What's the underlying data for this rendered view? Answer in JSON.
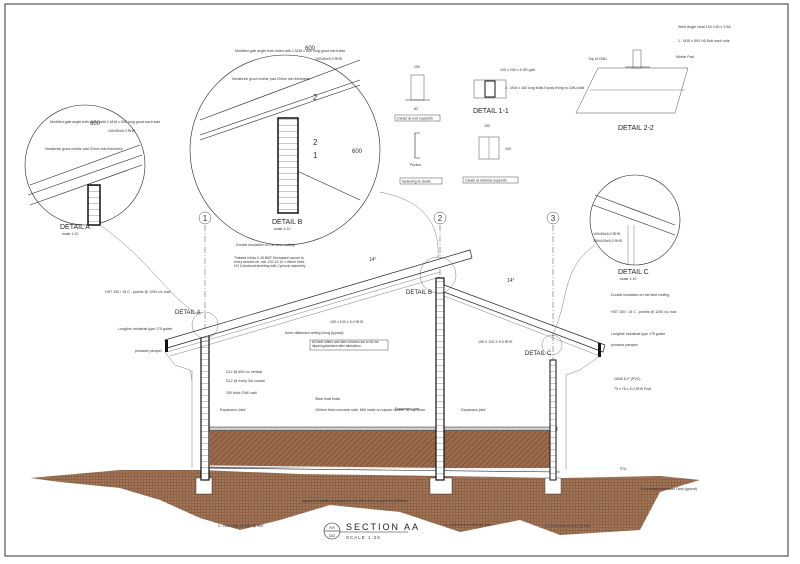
{
  "drawing": {
    "title": "SECTION AA",
    "scale": "SCALE 1:25",
    "section_tag_top": "AA",
    "section_tag_bottom": "202",
    "colors": {
      "soil": "#8a5a3c",
      "fill": "#a87a5c",
      "line": "#222222",
      "paper": "#ffffff"
    }
  },
  "grid_markers": [
    "1",
    "2",
    "3"
  ],
  "details": {
    "a": {
      "title": "DETAIL A",
      "scale": "scale 1:10",
      "dim": "600",
      "notes": [
        "Modified gale angle both sides with 1-M16 x 500 long grout each side",
        "Nonshrink grout mortar pad 20mm min thickness",
        "100x50x5.0 RHS"
      ]
    },
    "b": {
      "title": "DETAIL B",
      "scale": "scale 1:10",
      "dim1": "600",
      "dim2": "600",
      "notes": [
        "Modified gale angle both sides with 1-M16 x 500 long grout each side",
        "Nonshrink grout mortar pad 20mm min thickness",
        "100x50x5.0 RHS"
      ],
      "markers": [
        "2",
        "2",
        "1"
      ]
    },
    "c": {
      "title": "DETAIL C",
      "scale": "scale 1:10",
      "notes": [
        "100x50x5.0 RHS",
        "150x100x5.0 RHS"
      ]
    },
    "d11": {
      "title": "DETAIL 1-1",
      "notes": [
        "100 x 200 x 6 SR galv",
        "2 - M16 x 160 long bolts Epoxy fixing to CMU wall"
      ]
    },
    "d22": {
      "title": "DETAIL 2-2",
      "notes": [
        "Steel Angle cleat 100 x 60 x 3.5A",
        "1 - M16 x 500 HD Bolt each side",
        "Mortar Pad",
        "Top of CMU"
      ]
    },
    "cleats": {
      "end": "Cleats at end supports",
      "internal": "Cleats at internal supports",
      "fastening": "fastening to cleats",
      "purlins": "Purlins",
      "dim150": "150",
      "dim82": "82",
      "dim100": "100"
    }
  },
  "section_notes": {
    "pitch_left": "14°",
    "pitch_right": "14°",
    "detail_a_ref": "DETAIL A",
    "detail_b_ref": "DETAIL B",
    "detail_c_ref": "DETAIL C",
    "insulation": "Double insulation on the lane roofing",
    "sheeting": "Timbera Infinio 0.45 BMT Decrasteel secure to every second rib, min 12G 14-10 x 45mm fixed. HG Colorbond sheeting with Cyclonic assembly",
    "rhs_left": "150 x 100 x 5.0 RHS",
    "ceiling": "6mm villaboard ceiling lining (typical)",
    "galvanise_box": "All steel rafters and steel columns are to be hot dipped galvanised after fabrication",
    "purlins_left": "HST 150 / 15 C - purlins @ 1200 c/c max",
    "gutter_left": "Longline Industrial type 175 gutter",
    "parapet_left": "pinnacle parapet",
    "d12_left": "D12 @ 600 c/c vertical",
    "d12_course": "D12 @ every 3rd course",
    "cmu": "200 thick CMU wall",
    "exp_joint1": "Expansion Joint",
    "steel_float": "Steel float finish",
    "slab": "100mm thick concrete slab, 665 mesh on vapour barrier, 30 top cover",
    "exp_joint2": "Expansion joint",
    "exp_joint3": "Expansion joint",
    "rhs_right": "150 X 100 X 5.0 RHS",
    "insulation_right": "Double insulation on the lane roofing",
    "purlins_right": "HST 150 / 15 C - purlins @ 1200 c/c max",
    "gutter_right": "Longline Industrial type 175 gutter",
    "parapet_right": "pinnacle parapet",
    "downpipe": "100Ø D.P (PVC)",
    "post": "75 x 75 x 5.0 SHS Post",
    "fgl": "FGL",
    "tank": "To underground water Tank (typical)",
    "backfill": "approved backfill compacted to min 95% Dr to a depth of 1000mm",
    "footing_left": "3 - D16 Cont. w /D12 @ 300",
    "footing_mid": "5 - D16 Cont. w /D12 @ 300",
    "footing_right": "3 - D16 Cont. w /D12 @ 300"
  }
}
